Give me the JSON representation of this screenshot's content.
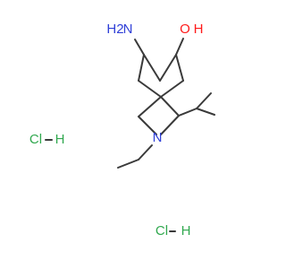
{
  "molecule": {
    "labels": {
      "nh2_n": "N",
      "nh2_h2": "H2",
      "oh_o": "O",
      "oh_h": "H",
      "ring_n": "N",
      "hcl1_cl": "Cl",
      "hcl1_h": "H",
      "hcl2_cl": "Cl",
      "hcl2_h": "H"
    },
    "colors": {
      "bond": "#3a3a3a",
      "nitrogen": "#2f3fd7",
      "oxygen": "#ff1a1a",
      "chlorine": "#31a84f"
    }
  }
}
